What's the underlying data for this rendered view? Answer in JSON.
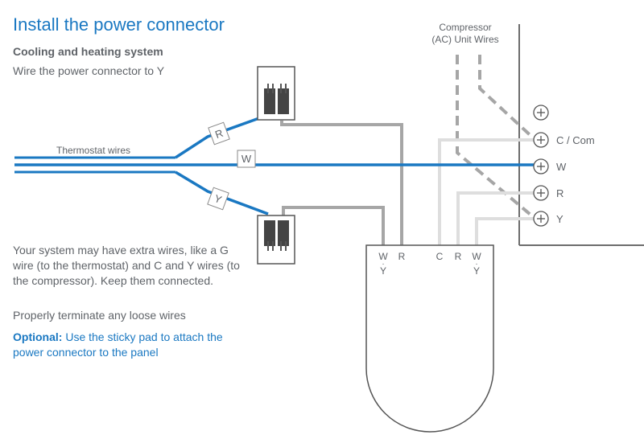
{
  "title": "Install the power connector",
  "subtitle": "Cooling and heating system",
  "instruction": "Wire the power connector to Y",
  "note": "Your system may have extra wires, like a G wire (to the thermostat) and C and Y wires (to the compressor). Keep them connected.",
  "terminate_note": "Properly terminate any loose wires",
  "optional": {
    "label": "Optional:",
    "text": " Use the sticky pad to attach the power connector to the panel"
  },
  "thermostat_wires_label": "Thermostat wires",
  "wire_tags": {
    "r": "R",
    "w": "W",
    "y": "Y"
  },
  "compressor_label_line1": "Compressor",
  "compressor_label_line2": "(AC) Unit Wires",
  "terminals": [
    "C / Com",
    "W",
    "R",
    "Y"
  ],
  "connector_labels": {
    "left_wy_top": "W",
    "left_wy_bottom": "Y",
    "left_r": "R",
    "right_c": "C",
    "right_r": "R",
    "right_wy_top": "W",
    "right_wy_bottom": "Y"
  },
  "colors": {
    "accent_blue": "#1a78c2",
    "gray_wire": "#a6a6a6",
    "light_gray_wire": "#dedede",
    "text_gray": "#5f6368"
  }
}
